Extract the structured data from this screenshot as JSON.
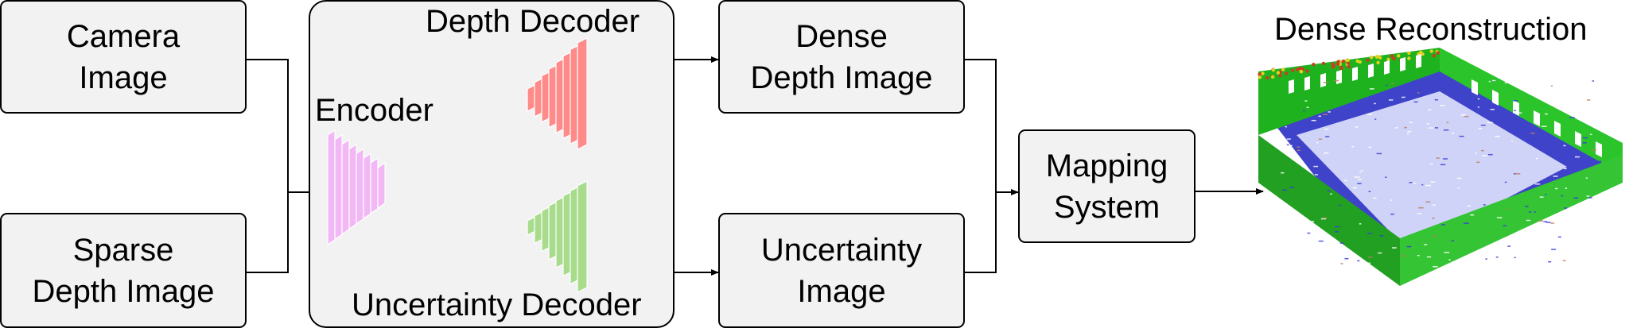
{
  "inputs": {
    "camera": {
      "line1": "Camera",
      "line2": "Image"
    },
    "sparse": {
      "line1": "Sparse",
      "line2": "Depth Image"
    }
  },
  "network": {
    "encoder_label": "Encoder",
    "depth_decoder_label": "Depth Decoder",
    "uncertainty_decoder_label": "Uncertainty Decoder",
    "colors": {
      "encoder": "#f2b8f5",
      "depth_decoder": "#ff8a8a",
      "uncertainty_decoder": "#a8dc8c"
    }
  },
  "outputs": {
    "dense_depth": {
      "line1": "Dense",
      "line2": "Depth Image"
    },
    "uncertainty": {
      "line1": "Uncertainty",
      "line2": "Image"
    }
  },
  "mapping": {
    "line1": "Mapping",
    "line2": "System"
  },
  "reconstruction": {
    "title": "Dense Reconstruction"
  }
}
